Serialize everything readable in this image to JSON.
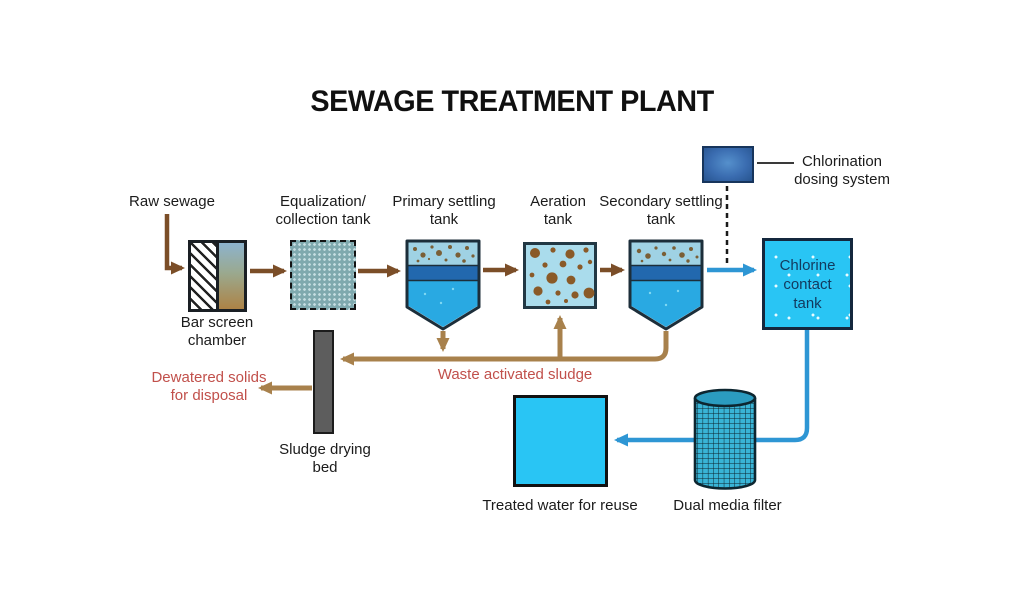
{
  "title": "SEWAGE TREATMENT PLANT",
  "nodes": {
    "raw_sewage": {
      "label": "Raw sewage"
    },
    "bar_screen": {
      "label": "Bar screen\nchamber"
    },
    "equalization": {
      "label": "Equalization/\ncollection tank"
    },
    "primary": {
      "label": "Primary settling\ntank"
    },
    "aeration": {
      "label": "Aeration\ntank"
    },
    "secondary": {
      "label": "Secondary settling\ntank"
    },
    "chlorination": {
      "label": "Chlorination\ndosing system"
    },
    "chlorine_tank": {
      "label": "Chlorine\ncontact\ntank"
    },
    "dual_media": {
      "label": "Dual media filter"
    },
    "treated_water": {
      "label": "Treated water for reuse"
    },
    "sludge_bed": {
      "label": "Sludge drying\nbed"
    },
    "dewatered": {
      "label": "Dewatered solids\nfor disposal"
    },
    "waste_sludge": {
      "label": "Waste activated sludge"
    }
  },
  "flows": [
    {
      "from": "Raw sewage",
      "to": "Bar screen chamber",
      "type": "sewage"
    },
    {
      "from": "Bar screen chamber",
      "to": "Equalization/collection tank",
      "type": "sewage"
    },
    {
      "from": "Equalization/collection tank",
      "to": "Primary settling tank",
      "type": "sewage"
    },
    {
      "from": "Primary settling tank",
      "to": "Aeration tank",
      "type": "sewage"
    },
    {
      "from": "Aeration tank",
      "to": "Secondary settling tank",
      "type": "sewage"
    },
    {
      "from": "Secondary settling tank",
      "to": "Chlorine contact tank",
      "type": "water"
    },
    {
      "from": "Chlorination dosing system",
      "to": "Chlorine contact tank inlet",
      "type": "dosing"
    },
    {
      "from": "Chlorine contact tank",
      "to": "Dual media filter",
      "type": "water"
    },
    {
      "from": "Dual media filter",
      "to": "Treated water for reuse",
      "type": "water"
    },
    {
      "from": "Primary settling tank",
      "to": "Waste activated sludge line",
      "type": "sludge"
    },
    {
      "from": "Secondary settling tank",
      "to": "Waste activated sludge line",
      "type": "sludge"
    },
    {
      "from": "Waste activated sludge line",
      "to": "Aeration tank",
      "type": "sludge-return"
    },
    {
      "from": "Waste activated sludge line",
      "to": "Sludge drying bed",
      "type": "sludge"
    },
    {
      "from": "Sludge drying bed",
      "to": "Dewatered solids for disposal",
      "type": "sludge"
    }
  ],
  "colors": {
    "flow_arrow": "#7b4e28",
    "sludge_line": "#a8814c",
    "water_line": "#2e96d4",
    "tank_cyan": "#29c5f4",
    "red_text": "#c1504b"
  }
}
